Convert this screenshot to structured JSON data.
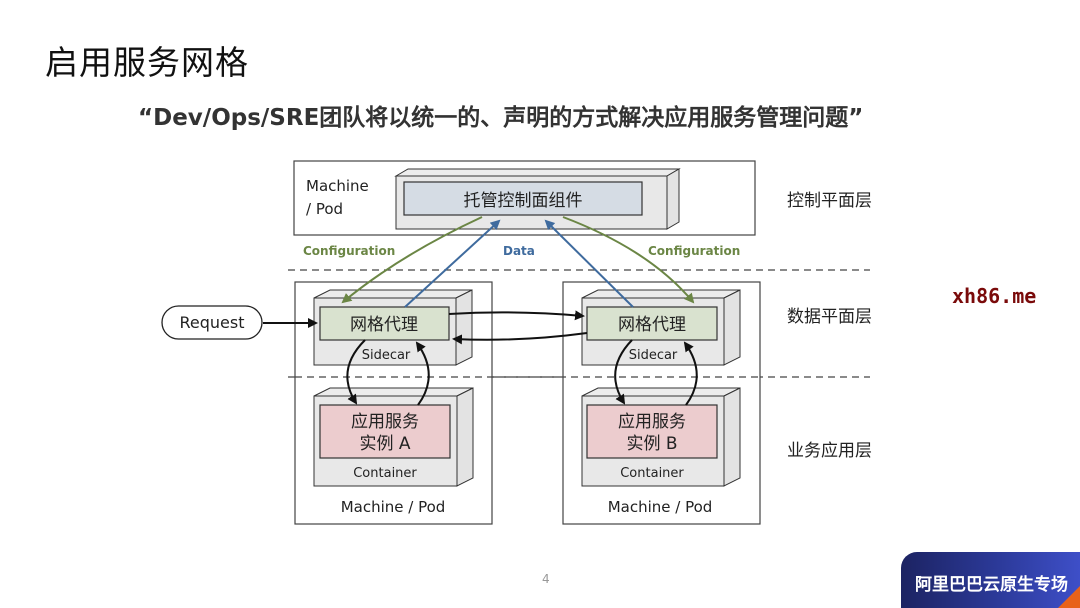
{
  "slide": {
    "title": "启用服务网格",
    "quote": "“Dev/Ops/SRE团队将以统一的、声明的方式解决应用服务管理问题”",
    "page_number": "4",
    "watermark": "xh86.me",
    "brand_badge": "阿里巴巴云原生专场"
  },
  "diagram": {
    "control_plane": {
      "machine_label_line1": "Machine",
      "machine_label_line2": "/ Pod",
      "component_label": "托管控制面组件"
    },
    "flow_labels": {
      "config_left": "Configuration",
      "data": "Data",
      "config_right": "Configuration"
    },
    "request_label": "Request",
    "pods": [
      {
        "proxy_label": "网格代理",
        "sidecar_label": "Sidecar",
        "app_label_line1": "应用服务",
        "app_label_line2": "实例 A",
        "container_label": "Container",
        "machine_label": "Machine / Pod"
      },
      {
        "proxy_label": "网格代理",
        "sidecar_label": "Sidecar",
        "app_label_line1": "应用服务",
        "app_label_line2": "实例 B",
        "container_label": "Container",
        "machine_label": "Machine / Pod"
      }
    ],
    "layers": {
      "control": "控制平面层",
      "data": "数据平面层",
      "business": "业务应用层"
    },
    "colors": {
      "config_arrow": "#6b8645",
      "data_arrow": "#3f6b9e",
      "control_component_fill": "#d5dce4",
      "proxy_fill": "#d9e2cf",
      "app_fill": "#ecccce",
      "box3d_fill": "#e6e6e6"
    }
  }
}
